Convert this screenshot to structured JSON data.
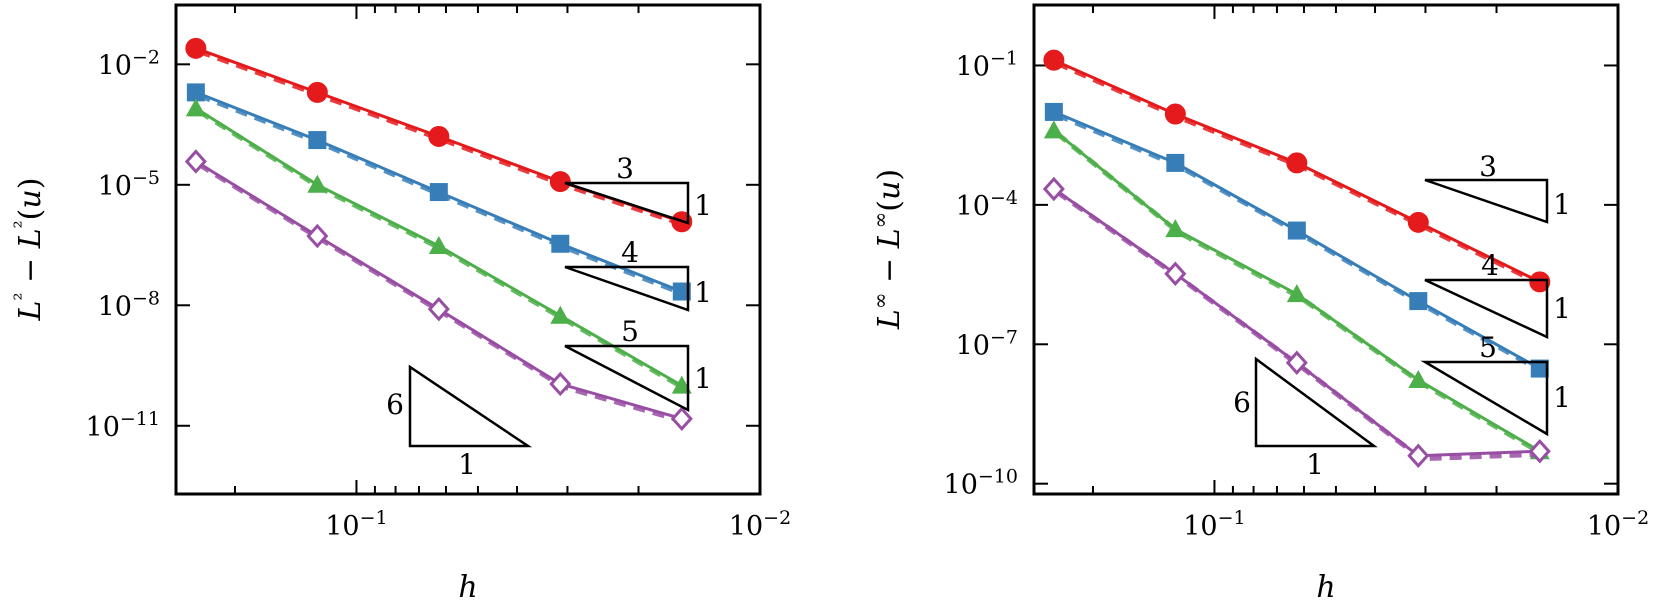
{
  "chart_data": [
    {
      "type": "line",
      "x_scale": "log",
      "y_scale": "log",
      "x_axis_reversed": true,
      "xlabel": "h",
      "ylabel": "L² − L²(u)",
      "xlim": [
        0.28,
        0.01
      ],
      "ylim": [
        2e-13,
        0.3
      ],
      "x_ticks": [
        {
          "value": 0.1,
          "base": "10",
          "exp": "−1"
        },
        {
          "value": 0.01,
          "base": "10",
          "exp": "−2"
        }
      ],
      "y_ticks": [
        {
          "value": 0.01,
          "base": "10",
          "exp": "−2"
        },
        {
          "value": 1e-05,
          "base": "10",
          "exp": "−5"
        },
        {
          "value": 1e-08,
          "base": "10",
          "exp": "−8"
        },
        {
          "value": 1e-11,
          "base": "10",
          "exp": "−11"
        }
      ],
      "x": [
        0.25,
        0.125,
        0.0625,
        0.03125,
        0.015625
      ],
      "series": [
        {
          "color": "#e41a1c",
          "marker": "circle",
          "values": [
            0.025,
            0.002,
            0.00016,
            1.2e-05,
            1.2e-06
          ]
        },
        {
          "color": "#377eb8",
          "marker": "square",
          "values": [
            0.002,
            0.00013,
            6.6e-06,
            3.4e-07,
            2.2e-08
          ]
        },
        {
          "color": "#4daf4a",
          "marker": "triangle",
          "values": [
            0.0008,
            1e-05,
            3e-07,
            5.5e-09,
            1e-10
          ]
        },
        {
          "color": "#984ea3",
          "marker": "diamond-open",
          "values": [
            3.8e-05,
            5.3e-07,
            8e-09,
            1.1e-10,
            1.5e-11
          ]
        }
      ],
      "slope_triangles": [
        {
          "rise_label": "1",
          "run_label": "3"
        },
        {
          "rise_label": "1",
          "run_label": "4"
        },
        {
          "rise_label": "1",
          "run_label": "5"
        },
        {
          "rise_label": "6",
          "run_label": "1"
        }
      ]
    },
    {
      "type": "line",
      "x_scale": "log",
      "y_scale": "log",
      "x_axis_reversed": true,
      "xlabel": "h",
      "ylabel": "L^∞ − L^∞(u)",
      "xlim": [
        0.28,
        0.01
      ],
      "ylim": [
        6e-11,
        2.0
      ],
      "x_ticks": [
        {
          "value": 0.1,
          "base": "10",
          "exp": "−1"
        },
        {
          "value": 0.01,
          "base": "10",
          "exp": "−2"
        }
      ],
      "y_ticks": [
        {
          "value": 0.1,
          "base": "10",
          "exp": "−1"
        },
        {
          "value": 0.0001,
          "base": "10",
          "exp": "−4"
        },
        {
          "value": 1e-07,
          "base": "10",
          "exp": "−7"
        },
        {
          "value": 1e-10,
          "base": "10",
          "exp": "−10"
        }
      ],
      "x": [
        0.25,
        0.125,
        0.0625,
        0.03125,
        0.015625
      ],
      "series": [
        {
          "color": "#e41a1c",
          "marker": "circle",
          "values": [
            0.13,
            0.009,
            0.0008,
            4.2e-05,
            2.2e-06
          ]
        },
        {
          "color": "#377eb8",
          "marker": "square",
          "values": [
            0.01,
            0.0008,
            2.8e-05,
            8.5e-07,
            3e-08
          ]
        },
        {
          "color": "#4daf4a",
          "marker": "triangle",
          "values": [
            0.004,
            3e-05,
            1.2e-06,
            1.7e-08,
            5e-10
          ]
        },
        {
          "color": "#984ea3",
          "marker": "diamond-open",
          "values": [
            0.00022,
            3.3e-06,
            4e-08,
            4e-10,
            5e-10
          ]
        }
      ],
      "slope_triangles": [
        {
          "rise_label": "1",
          "run_label": "3"
        },
        {
          "rise_label": "1",
          "run_label": "4"
        },
        {
          "rise_label": "1",
          "run_label": "5"
        },
        {
          "rise_label": "6",
          "run_label": "1"
        }
      ]
    }
  ]
}
